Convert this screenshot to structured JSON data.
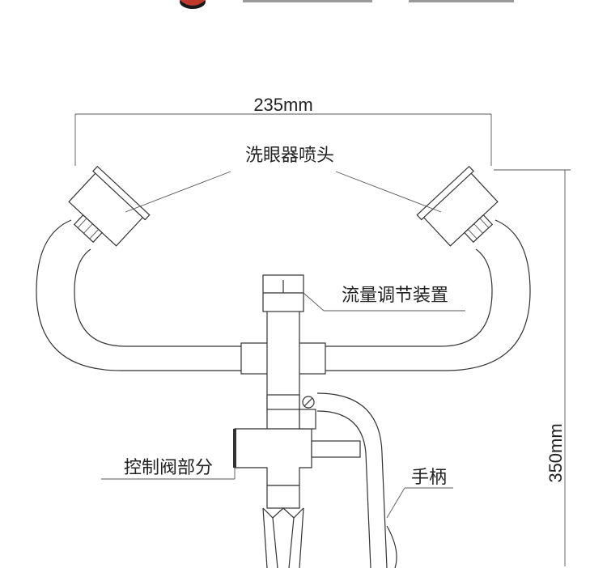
{
  "diagram": {
    "dimensions": {
      "width_label": "235mm",
      "height_label": "350mm"
    },
    "callouts": {
      "nozzle": "洗眼器喷头",
      "flow_adjust": "流量调节装置",
      "control_valve": "控制阀部分",
      "handle": "手柄"
    }
  }
}
